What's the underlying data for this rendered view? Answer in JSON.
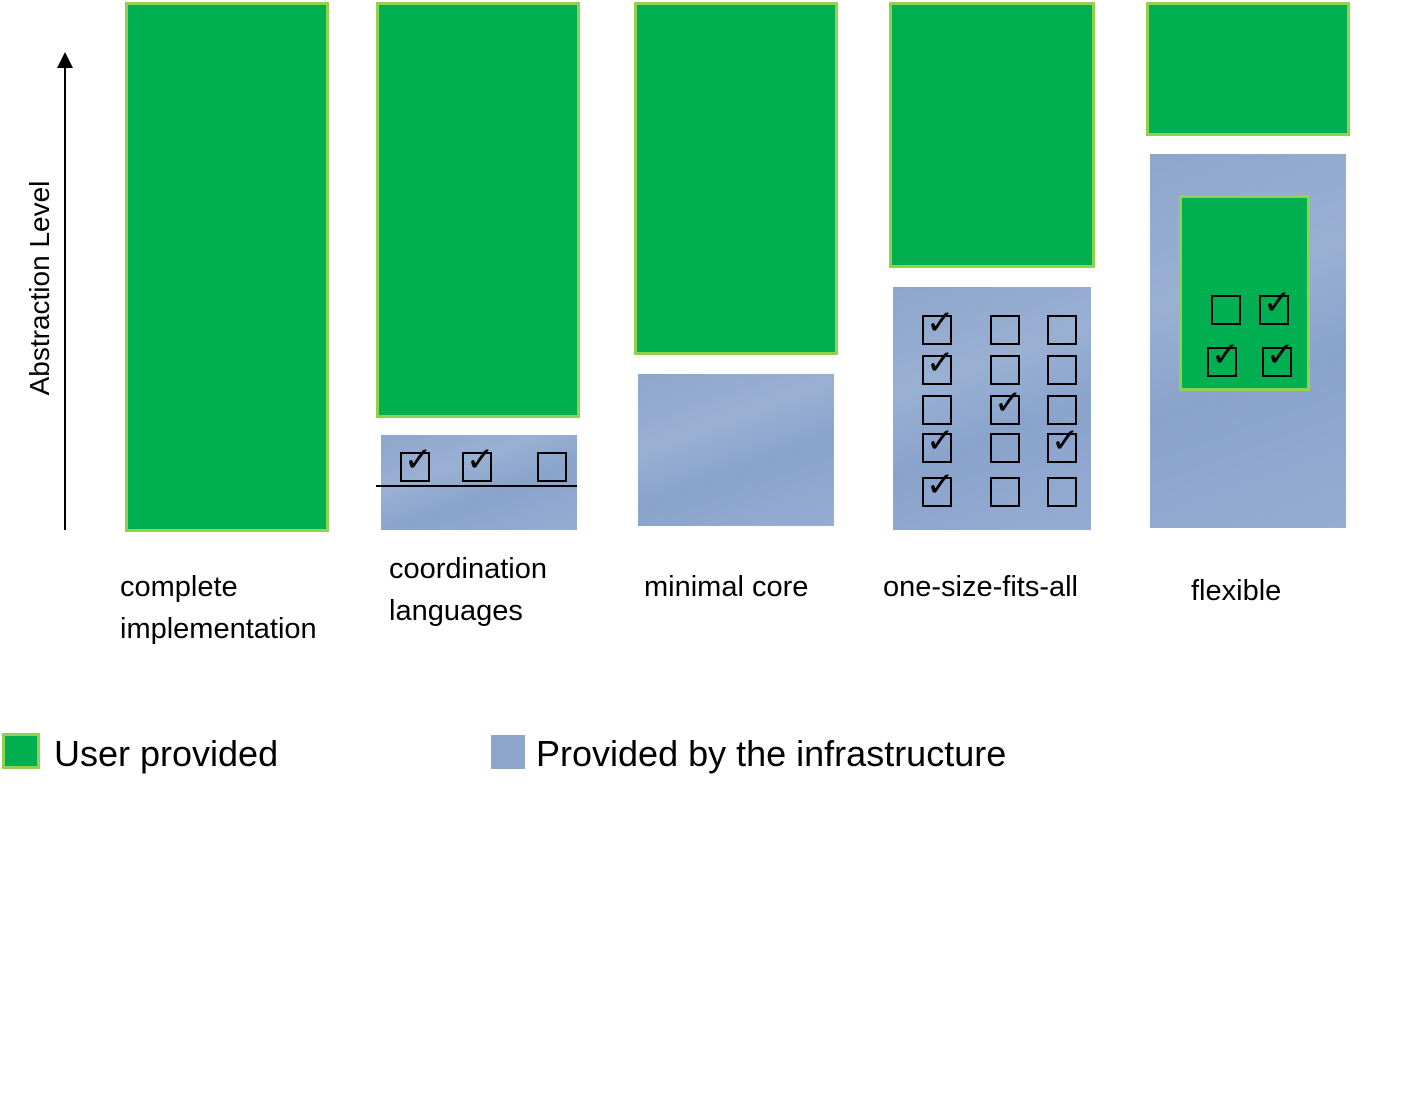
{
  "axis": {
    "label": "Abstraction Level"
  },
  "columns": [
    {
      "label_lines": [
        "complete",
        "implementation"
      ]
    },
    {
      "label_lines": [
        "coordination",
        "languages"
      ]
    },
    {
      "label_lines": [
        "minimal core"
      ]
    },
    {
      "label_lines": [
        "one-size-fits-all"
      ]
    },
    {
      "label_lines": [
        "flexible"
      ]
    }
  ],
  "checkboxes": {
    "coordination": [
      true,
      true,
      false
    ],
    "one_size_fits_all": [
      [
        true,
        false,
        false
      ],
      [
        true,
        false,
        false
      ],
      [
        false,
        true,
        false
      ],
      [
        true,
        false,
        true
      ],
      [
        true,
        false,
        false
      ]
    ],
    "flexible": [
      [
        false,
        true
      ],
      [
        true,
        true
      ]
    ]
  },
  "legend": {
    "user": {
      "label": "User provided",
      "color": "#00b050"
    },
    "infra": {
      "label": "Provided by the infrastructure",
      "color": "#8ea6cc"
    }
  },
  "colors": {
    "green": "#00b050",
    "green_border": "#92d050",
    "blue": "#8ea6cc"
  }
}
